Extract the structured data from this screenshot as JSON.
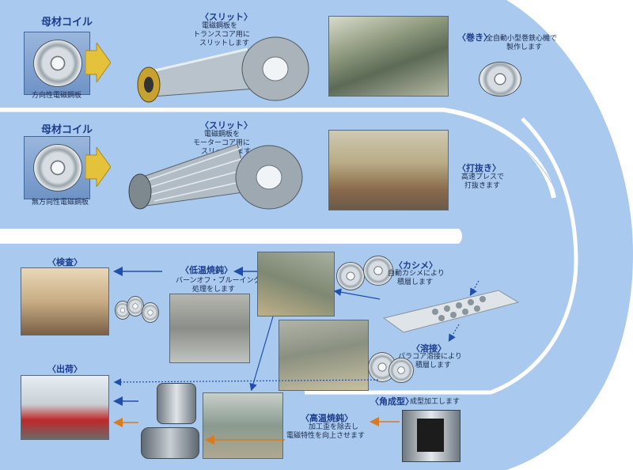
{
  "colors": {
    "band": "#a9c9ee",
    "band_edge": "#ffffff",
    "title": "#1c3c8c",
    "arrow_blue": "#1f4fa8",
    "arrow_orange": "#d97a20",
    "box_arrow": "#e4c23c"
  },
  "row1": {
    "coil_title": "母材コイル",
    "coil_caption": "方向性電磁鋼板",
    "slit_title": "〈スリット〉",
    "slit_text": [
      "電磁鋼板を",
      "トランスコア用に",
      "スリットします"
    ],
    "winding_title": "〈巻き〉",
    "winding_text": [
      "全自動小型巻鉄心機で",
      "製作します"
    ]
  },
  "row2": {
    "coil_title": "母材コイル",
    "coil_caption": "無方向性電磁鋼板",
    "slit_title": "〈スリット〉",
    "slit_text": [
      "電磁鋼板を",
      "モーターコア用に",
      "スリットします"
    ],
    "punch_title": "〈打抜き〉",
    "punch_text": [
      "高速プレスで",
      "打抜きます"
    ]
  },
  "row3": {
    "inspection_title": "〈検査〉",
    "low_anneal_title": "〈低温焼鈍〉",
    "low_anneal_text": [
      "バーンオフ・ブルーイング",
      "処理をします"
    ],
    "kashime_title": "〈カシメ〉",
    "kashime_text": [
      "自動カシメにより",
      "積層します"
    ],
    "welding_title": "〈溶接〉",
    "welding_text": [
      "パラコア溶接により",
      "積層します"
    ],
    "shipping_title": "〈出荷〉",
    "forming_title": "〈角成型〉",
    "forming_text": [
      "成型加工します"
    ],
    "high_anneal_title": "〈高温焼鈍〉",
    "high_anneal_text": [
      "加工歪を除去し",
      "電磁特性を向上させます"
    ]
  }
}
